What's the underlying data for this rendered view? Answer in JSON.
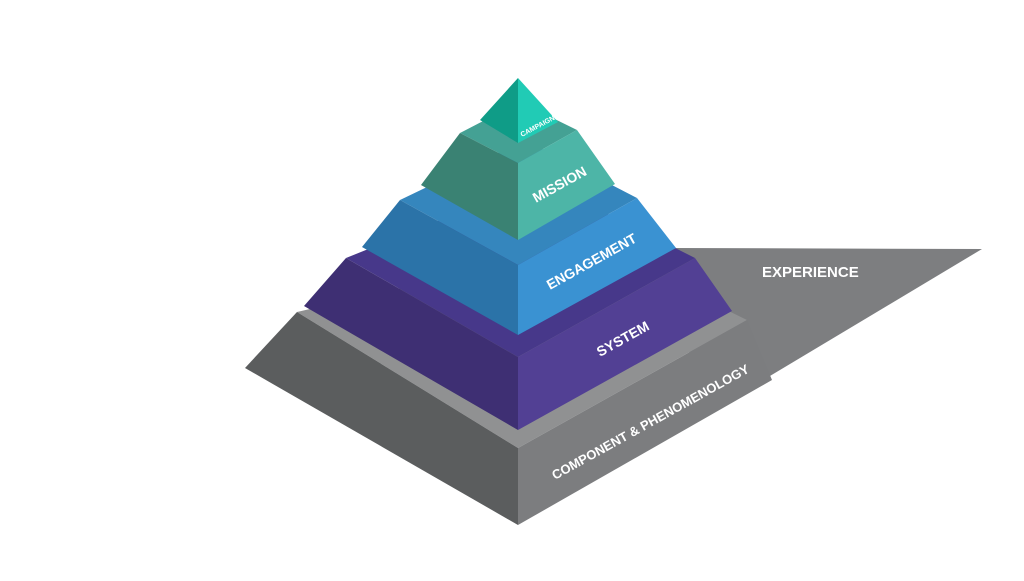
{
  "diagram": {
    "experience_label": "EXPERIENCE",
    "layers": [
      {
        "id": "component",
        "label": "COMPONENT & PHENOMENOLOGY",
        "left": "#5b5d5e",
        "right": "#7c7d7f",
        "top": "#909192"
      },
      {
        "id": "system",
        "label": "SYSTEM",
        "left": "#3e2f73",
        "right": "#524094",
        "top": "#47388a"
      },
      {
        "id": "engagement",
        "label": "ENGAGEMENT",
        "left": "#2b73a8",
        "right": "#3a92d2",
        "top": "#3586bd"
      },
      {
        "id": "mission",
        "label": "MISSION",
        "left": "#3a8273",
        "right": "#4db5a7",
        "top": "#44a194"
      },
      {
        "id": "campaign",
        "label": "CAMPAIGN",
        "left": "#0f9c87",
        "right": "#21cbb5",
        "top": "#19b09c"
      }
    ],
    "experience_color": "#7d7e80"
  }
}
